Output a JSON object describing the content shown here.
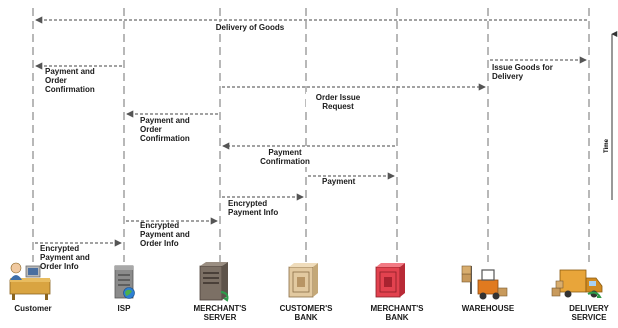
{
  "actors": [
    {
      "id": "customer",
      "name_lines": [
        "Customer"
      ],
      "icon": "customer-at-desk-icon"
    },
    {
      "id": "isp",
      "name_lines": [
        "ISP"
      ],
      "icon": "server-globe-icon"
    },
    {
      "id": "merchant_server",
      "name_lines": [
        "MERCHANT'S",
        "SERVER"
      ],
      "icon": "server-tower-icon"
    },
    {
      "id": "customer_bank",
      "name_lines": [
        "CUSTOMER'S",
        "BANK"
      ],
      "icon": "bank-vault-icon"
    },
    {
      "id": "merchant_bank",
      "name_lines": [
        "MERCHANT'S",
        "BANK"
      ],
      "icon": "bank-vault-red-icon"
    },
    {
      "id": "warehouse",
      "name_lines": [
        "WAREHOUSE"
      ],
      "icon": "forklift-boxes-icon"
    },
    {
      "id": "delivery",
      "name_lines": [
        "DELIVERY",
        "SERVICE"
      ],
      "icon": "delivery-truck-icon"
    }
  ],
  "messages": [
    {
      "id": "delivery_of_goods",
      "from": "delivery",
      "to": "customer",
      "lines": [
        "Delivery of Goods"
      ]
    },
    {
      "id": "payment_and_order_confirmation_to_customer",
      "from": "isp",
      "to": "customer",
      "lines": [
        "Payment and",
        "Order",
        "Confirmation"
      ]
    },
    {
      "id": "issue_goods_for_delivery",
      "from": "warehouse",
      "to": "delivery",
      "lines": [
        "Issue Goods for",
        "Delivery"
      ]
    },
    {
      "id": "order_issue_request",
      "from": "merchant_server",
      "to": "warehouse",
      "lines": [
        "Order Issue",
        "Request"
      ]
    },
    {
      "id": "payment_and_order_confirmation_to_isp",
      "from": "merchant_server",
      "to": "isp",
      "lines": [
        "Payment and",
        "Order",
        "Confirmation"
      ]
    },
    {
      "id": "payment_confirmation",
      "from": "merchant_bank",
      "to": "merchant_server",
      "lines": [
        "Payment",
        "Confirmation"
      ]
    },
    {
      "id": "payment",
      "from": "customer_bank",
      "to": "merchant_bank",
      "lines": [
        "Payment"
      ]
    },
    {
      "id": "encrypted_payment_info",
      "from": "merchant_server",
      "to": "customer_bank",
      "lines": [
        "Encrypted",
        "Payment Info"
      ]
    },
    {
      "id": "encrypted_payment_and_order_info_to_merchant",
      "from": "isp",
      "to": "merchant_server",
      "lines": [
        "Encrypted",
        "Payment and",
        "Order Info"
      ]
    },
    {
      "id": "encrypted_payment_and_order_info_to_isp",
      "from": "customer",
      "to": "isp",
      "lines": [
        "Encrypted",
        "Payment and",
        "Order Info"
      ]
    }
  ],
  "time_axis": {
    "label": "Time",
    "direction": "up"
  }
}
